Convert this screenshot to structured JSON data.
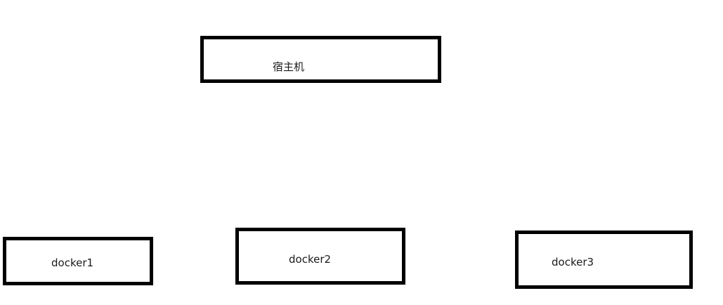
{
  "diagram": {
    "nodes": [
      {
        "id": "host",
        "label": "宿主机",
        "role": "host"
      },
      {
        "id": "docker1",
        "label": "docker1",
        "role": "container"
      },
      {
        "id": "docker2",
        "label": "docker2",
        "role": "container"
      },
      {
        "id": "docker3",
        "label": "docker3",
        "role": "container"
      }
    ],
    "colors": {
      "border": "#000000",
      "background": "#ffffff",
      "text": "#1a1a1a"
    }
  }
}
